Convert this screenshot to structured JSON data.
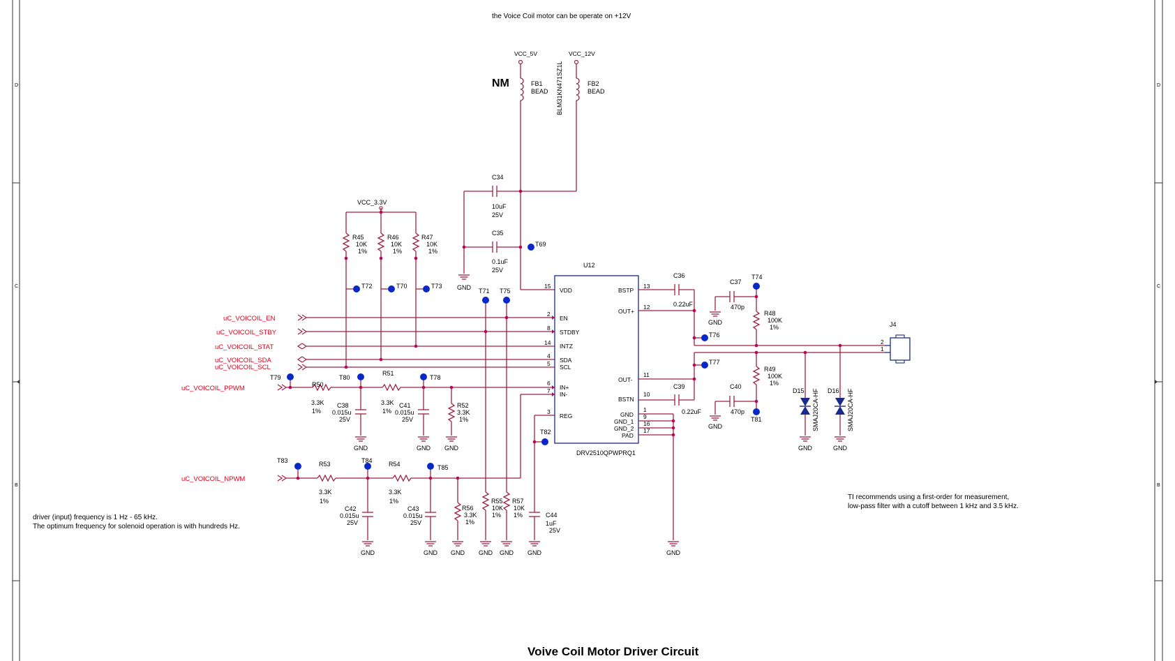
{
  "title": "Voive Coil Motor Driver Circuit",
  "top_note": "the Voice Coil motor can be operate on +12V",
  "nm_label": "NM",
  "notes": {
    "freq_line1": "driver (input) frequency is 1 Hz - 65 kHz.",
    "freq_line2": "The optimum frequency for solenoid operation is with hundreds Hz.",
    "ti_line1": "TI recommends using a first-order for measurement,",
    "ti_line2": "low-pass filter with a cutoff between 1 kHz and 3.5 kHz."
  },
  "border_zones": {
    "d": "D",
    "c": "C",
    "b": "B"
  },
  "power": {
    "vcc5": "VCC_5V",
    "vcc12": "VCC_12V",
    "vcc33": "VCC_3.3V",
    "gnd": "GND"
  },
  "ferrites": {
    "fb1": {
      "ref": "FB1",
      "value": "BEAD"
    },
    "fb2": {
      "ref": "FB2",
      "value": "BEAD"
    },
    "part": "BLM31KN471SZ1L"
  },
  "nets": {
    "en": "uC_VOICOIL_EN",
    "stby": "uC_VOICOIL_STBY",
    "stat": "uC_VOICOIL_STAT",
    "sda": "uC_VOICOIL_SDA",
    "scl": "uC_VOICOIL_SCL",
    "ppwm": "uC_VOICOIL_PPWM",
    "npwm": "uC_VOICOIL_NPWM"
  },
  "ic": {
    "ref": "U12",
    "part": "DRV2510QPWPRQ1",
    "left_pins": [
      {
        "num": "15",
        "name": "VDD"
      },
      {
        "num": "2",
        "name": "EN"
      },
      {
        "num": "8",
        "name": "STDBY"
      },
      {
        "num": "14",
        "name": "INTZ"
      },
      {
        "num": "4",
        "name": "SDA"
      },
      {
        "num": "5",
        "name": "SCL"
      },
      {
        "num": "6",
        "name": "IN+"
      },
      {
        "num": "7",
        "name": "IN-"
      },
      {
        "num": "3",
        "name": "REG"
      }
    ],
    "right_pins": [
      {
        "num": "13",
        "name": "BSTP"
      },
      {
        "num": "12",
        "name": "OUT+"
      },
      {
        "num": "11",
        "name": "OUT-"
      },
      {
        "num": "10",
        "name": "BSTN"
      },
      {
        "num": "1",
        "name": "GND"
      },
      {
        "num": "9",
        "name": "GND_1"
      },
      {
        "num": "16",
        "name": "GND_2"
      },
      {
        "num": "17",
        "name": "PAD"
      }
    ]
  },
  "resistors": {
    "R45": {
      "ref": "R45",
      "value": "10K",
      "tol": "1%"
    },
    "R46": {
      "ref": "R46",
      "value": "10K",
      "tol": "1%"
    },
    "R47": {
      "ref": "R47",
      "value": "10K",
      "tol": "1%"
    },
    "R50": {
      "ref": "R50",
      "value": "3.3K",
      "tol": "1%"
    },
    "R51": {
      "ref": "R51",
      "value": "3.3K",
      "tol": "1%"
    },
    "R52": {
      "ref": "R52",
      "value": "3.3K",
      "tol": "1%"
    },
    "R53": {
      "ref": "R53",
      "value": "3.3K",
      "tol": "1%"
    },
    "R54": {
      "ref": "R54",
      "value": "3.3K",
      "tol": "1%"
    },
    "R55": {
      "ref": "R55",
      "value": "10K",
      "tol": "1%"
    },
    "R56": {
      "ref": "R56",
      "value": "3.3K",
      "tol": "1%"
    },
    "R57": {
      "ref": "R57",
      "value": "10K",
      "tol": "1%"
    },
    "R48": {
      "ref": "R48",
      "value": "100K",
      "tol": "1%"
    },
    "R49": {
      "ref": "R49",
      "value": "100K",
      "tol": "1%"
    }
  },
  "capacitors": {
    "C34": {
      "ref": "C34",
      "value": "10uF",
      "volt": "25V"
    },
    "C35": {
      "ref": "C35",
      "value": "0.1uF",
      "volt": "25V"
    },
    "C36": {
      "ref": "C36",
      "value": "0.22uF"
    },
    "C37": {
      "ref": "C37",
      "value": "470p"
    },
    "C38": {
      "ref": "C38",
      "value": "0.015u",
      "volt": "25V"
    },
    "C39": {
      "ref": "C39",
      "value": "0.22uF"
    },
    "C40": {
      "ref": "C40",
      "value": "470p"
    },
    "C41": {
      "ref": "C41",
      "value": "0.015u",
      "volt": "25V"
    },
    "C42": {
      "ref": "C42",
      "value": "0.015u",
      "volt": "25V"
    },
    "C43": {
      "ref": "C43",
      "value": "0.015u",
      "volt": "25V"
    },
    "C44": {
      "ref": "C44",
      "value": "1uF",
      "volt": "25V"
    }
  },
  "testpoints": {
    "T69": "T69",
    "T70": "T70",
    "T71": "T71",
    "T72": "T72",
    "T73": "T73",
    "T74": "T74",
    "T75": "T75",
    "T76": "T76",
    "T77": "T77",
    "T78": "T78",
    "T79": "T79",
    "T80": "T80",
    "T81": "T81",
    "T82": "T82",
    "T83": "T83",
    "T84": "T84",
    "T85": "T85"
  },
  "diodes": {
    "D15": {
      "ref": "D15",
      "part": "SMAJ20CA-HF"
    },
    "D16": {
      "ref": "D16",
      "part": "SMAJ20CA-HF"
    }
  },
  "connector": {
    "ref": "J4",
    "pin2": "2",
    "pin1": "1"
  }
}
